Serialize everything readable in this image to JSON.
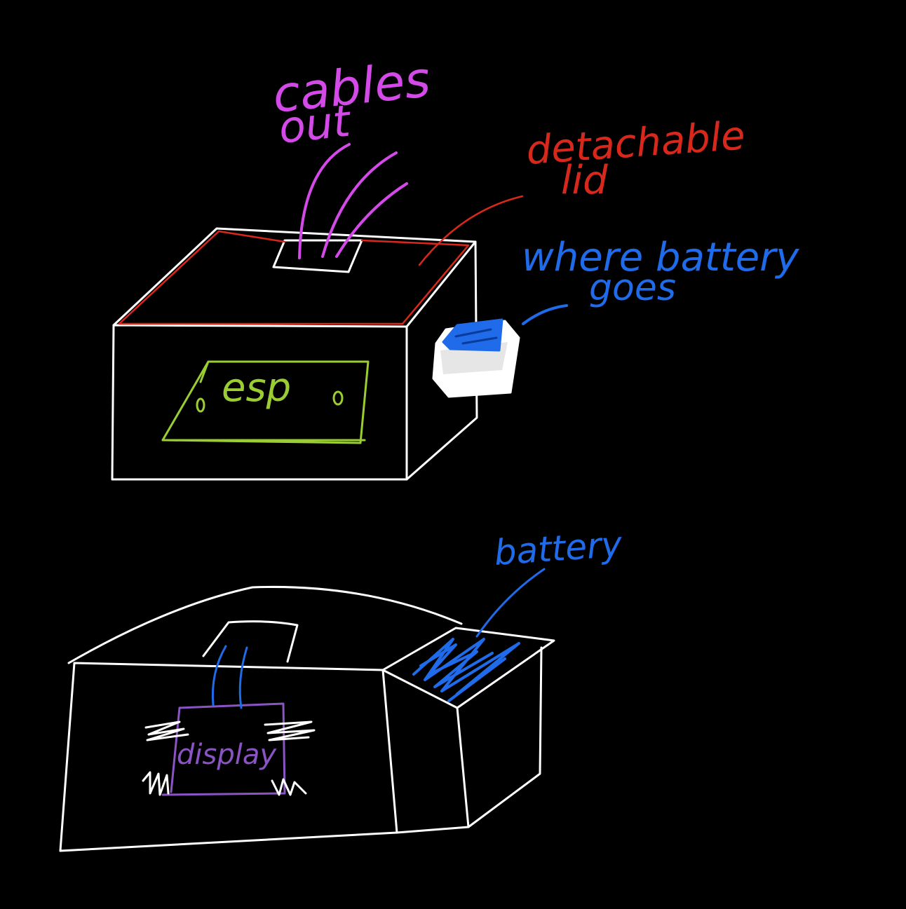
{
  "labels": {
    "cables_out_line1": "cables",
    "cables_out_line2": "out",
    "lid_line1": "detachable",
    "lid_line2": "lid",
    "battery_line1": "where battery",
    "battery_line2": "goes",
    "esp": "esp",
    "display": "display",
    "battery_lower": "battery"
  },
  "colors": {
    "background": "#000000",
    "box": "#ffffff",
    "cables": "#d44ae8",
    "lid": "#d8281c",
    "battery": "#1f6bea",
    "esp_board": "#9acd32",
    "display": "#8a54c4"
  }
}
